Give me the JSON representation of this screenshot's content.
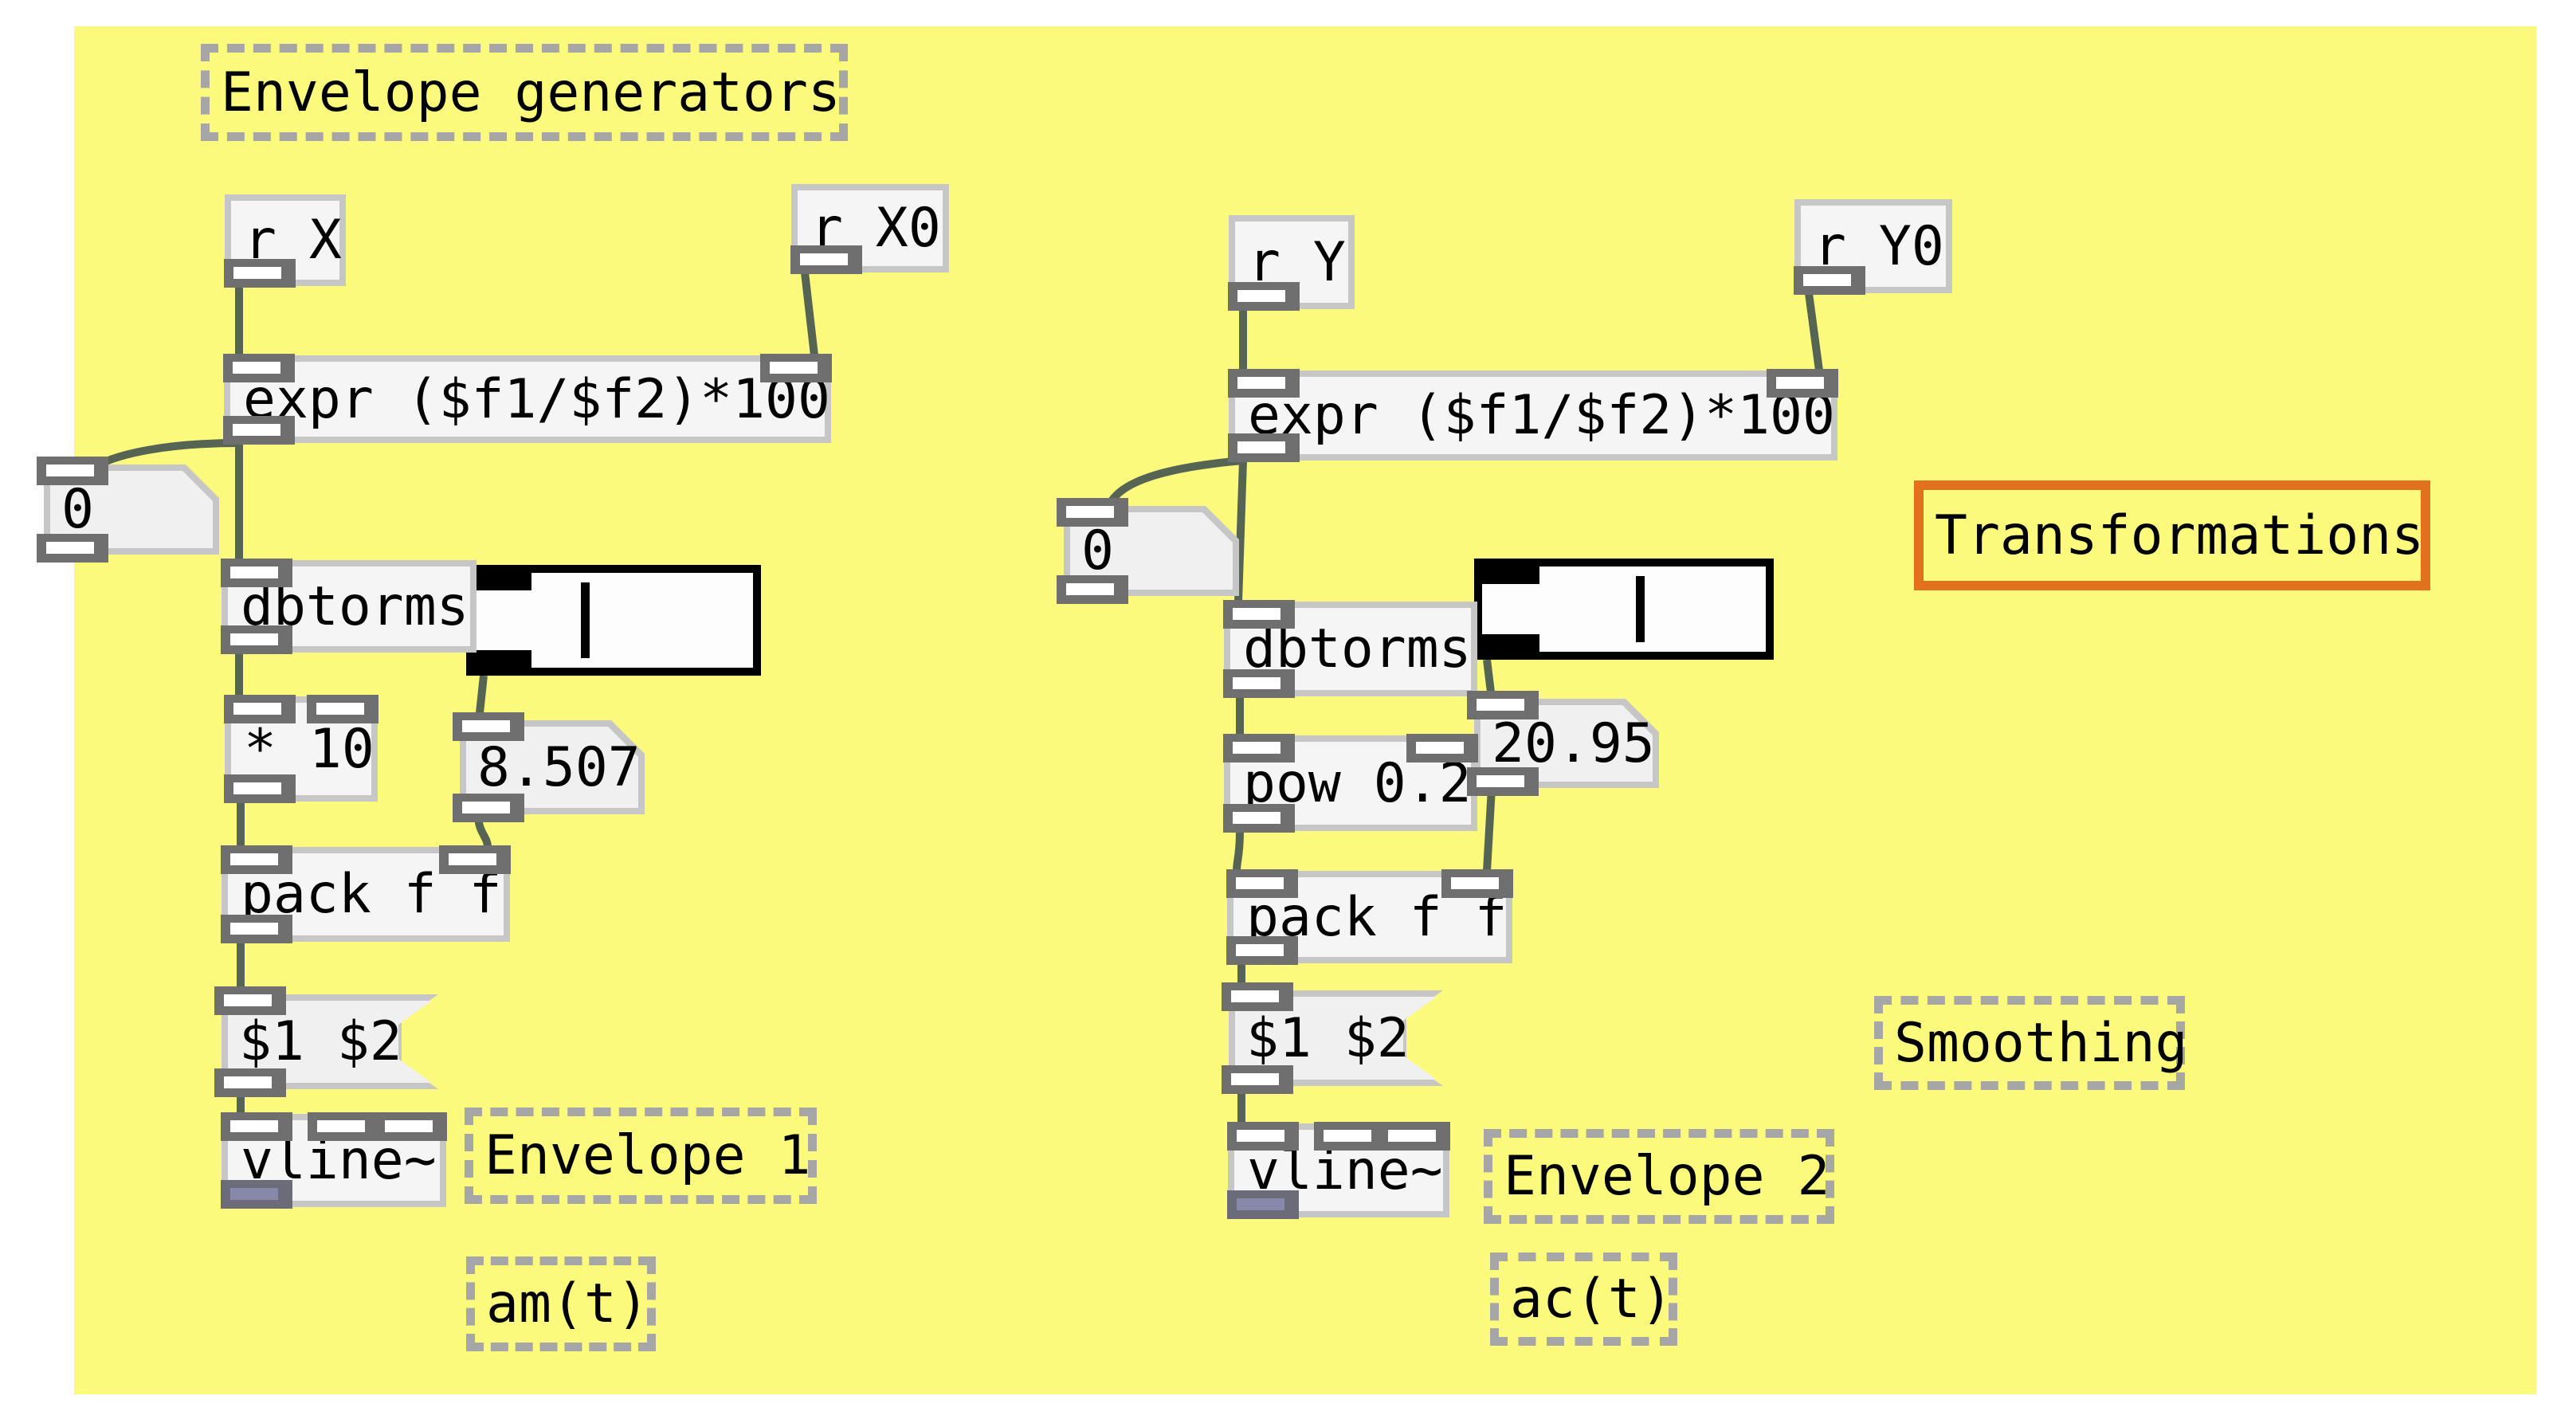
{
  "patch": {
    "comments": {
      "envelope_generators": "Envelope generators",
      "transformations": "Transformations",
      "smoothing": "Smoothing",
      "envelope_1": "Envelope 1",
      "am_t": "am(t)",
      "envelope_2": "Envelope 2",
      "ac_t": "ac(t)"
    },
    "left_chain": {
      "receive_x": "r X",
      "receive_x0": "r X0",
      "expr": "expr ($f1/$f2)*100",
      "message_zero": "0",
      "dbtorms": "dbtorms",
      "multiply_10": "* 10",
      "number_value": "8.507",
      "pack": "pack f f",
      "message_dollars": "$1 $2",
      "vline": "vline~"
    },
    "right_chain": {
      "receive_y": "r Y",
      "receive_y0": "r Y0",
      "expr": "expr ($f1/$f2)*100",
      "message_zero": "0",
      "dbtorms": "dbtorms",
      "pow": "pow 0.2",
      "number_value": "20.95",
      "pack": "pack f f",
      "message_dollars": "$1 $2",
      "vline": "vline~"
    },
    "colors": {
      "canvas_bg": "#fbfa7d",
      "box_fill": "#f5f5f5",
      "box_border": "#c6c6c6",
      "comment_border": "#a6a6a6",
      "highlight_border": "#e2711d",
      "cord": "#566553",
      "iolet": "#6f6f6f",
      "signal_outlet": "#8888aa",
      "slider": "#000000"
    }
  }
}
